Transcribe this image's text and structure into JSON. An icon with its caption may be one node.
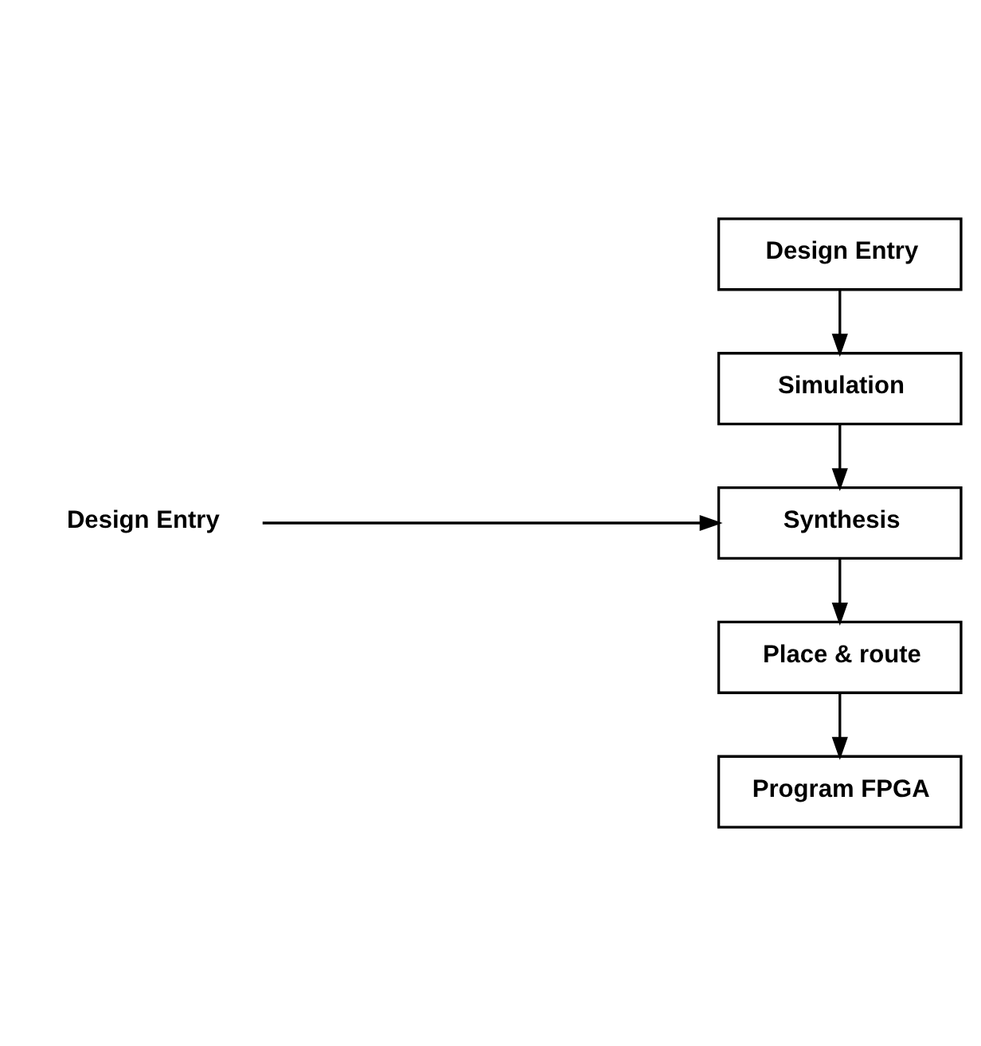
{
  "diagram": {
    "nodes": [
      {
        "text": [
          "Design Entry"
        ]
      },
      {
        "text": [
          "Simulation"
        ]
      },
      {
        "text": [
          "Synthesis"
        ]
      },
      {
        "text": [
          "Place & route"
        ]
      },
      {
        "text": [
          "Program FPGA"
        ]
      },
      {
        "text": [
          "Design Entry"
        ]
      }
    ],
    "edges": [
      {
        "from": 0,
        "to": 1,
        "arrow": "to"
      },
      {
        "from": 1,
        "to": 2,
        "arrow": "to"
      },
      {
        "from": 2,
        "to": 3,
        "arrow": "to"
      },
      {
        "from": 3,
        "to": 4,
        "arrow": "to"
      },
      {
        "from": 5,
        "to": 2,
        "arrow": "to"
      }
    ]
  }
}
